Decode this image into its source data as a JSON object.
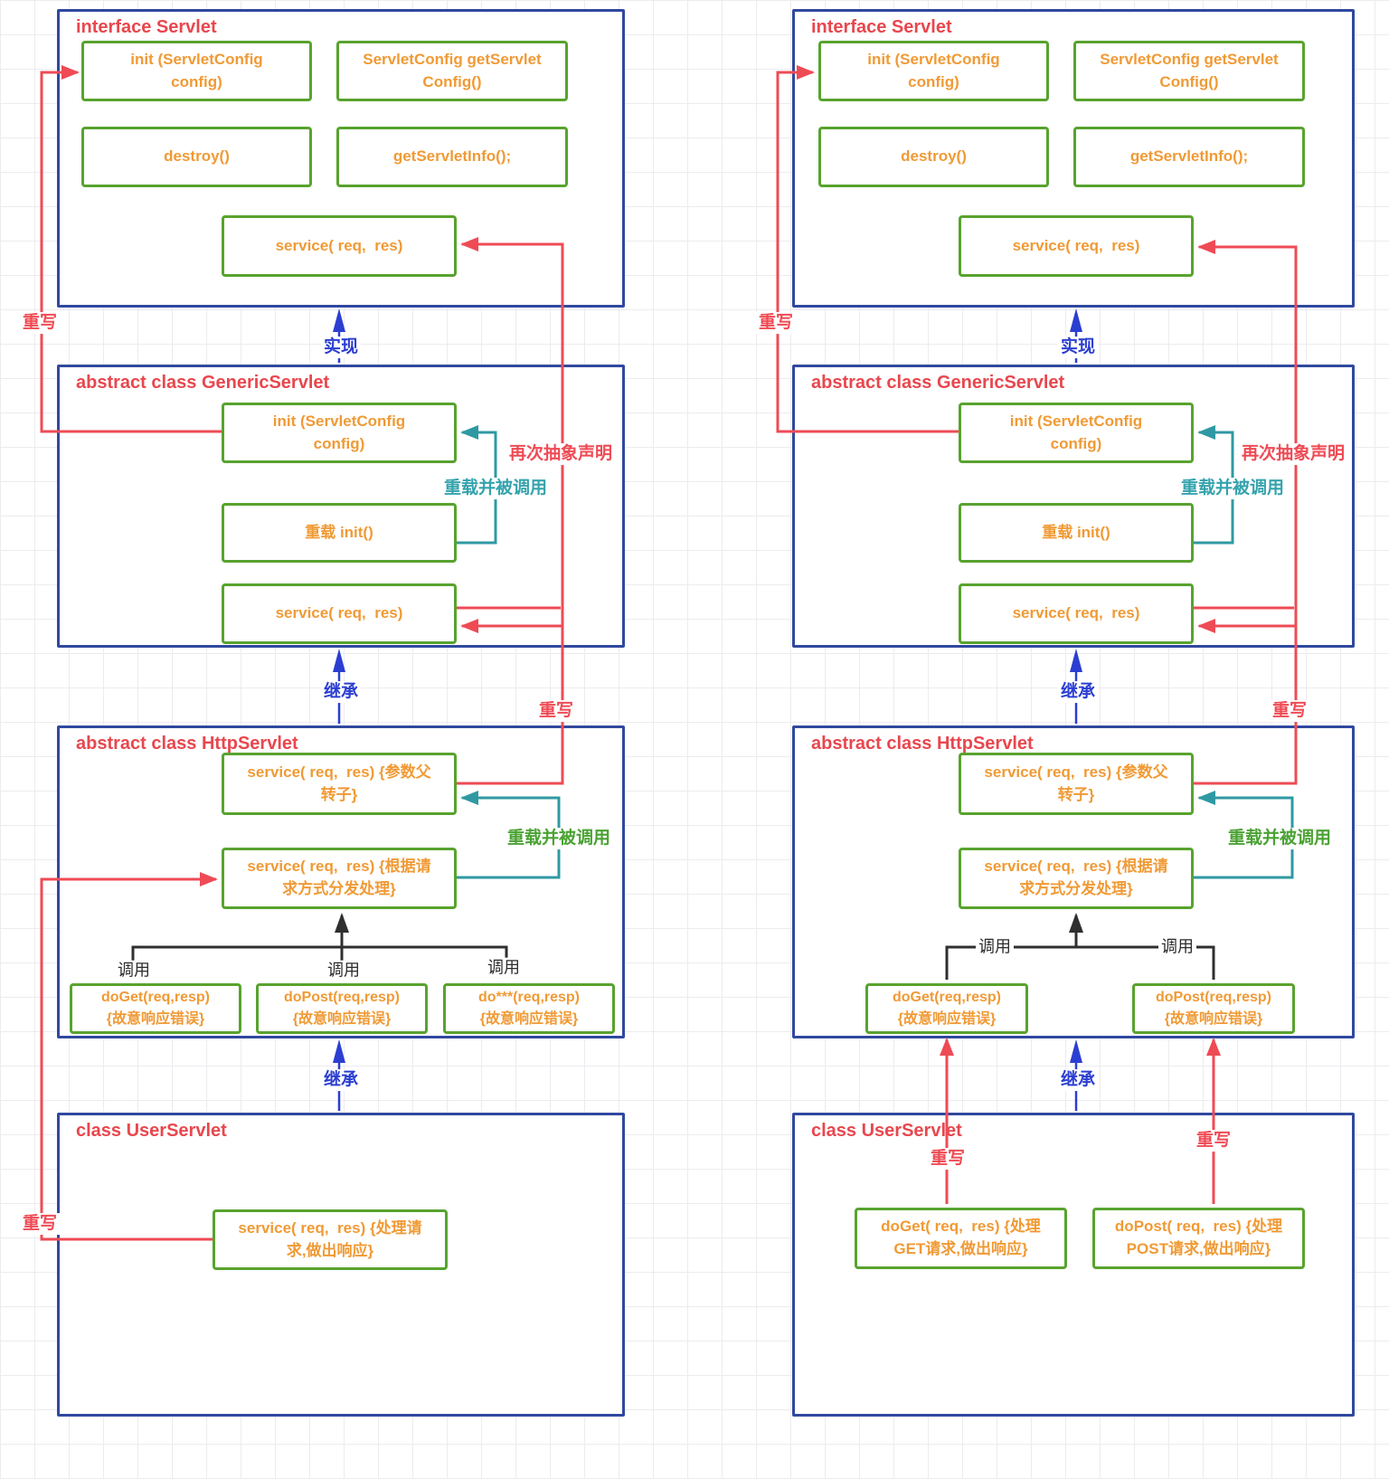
{
  "colors": {
    "outer_box_border": "#30489f",
    "method_box_border": "#58a32e",
    "method_text": "#f09a35",
    "class_title": "#e8474e",
    "arrow_red": "#ee4b55",
    "arrow_blue": "#2b3ed1",
    "arrow_teal": "#2f99a3",
    "arrow_black": "#2f2f2f",
    "label_teal": "#35a3ad",
    "label_green": "#4aa233"
  },
  "labels": {
    "implement": "实现",
    "extend": "继承",
    "override": "重写",
    "call": "调用",
    "overload_called": "重载并被调用",
    "redeclare_abstract": "再次抽象声明"
  },
  "left": {
    "interface_box": {
      "title": "interface Servlet",
      "init": "init (ServletConfig\nconfig)",
      "get_config": "ServletConfig getServlet\nConfig()",
      "destroy": "destroy()",
      "get_info": "getServletInfo();",
      "service": "service( req,  res)"
    },
    "generic_box": {
      "title": "abstract class GenericServlet",
      "init": "init (ServletConfig\nconfig)",
      "overload_init": "重载 init()",
      "service": "service( req,  res)"
    },
    "http_box": {
      "title": "abstract class HttpServlet",
      "service_parent": "service( req,  res) {参数父\n转子}",
      "service_dispatch": "service( req,  res) {根据请\n求方式分发处理}",
      "do_get": "doGet(req,resp)\n{故意响应错误}",
      "do_post": "doPost(req,resp)\n{故意响应错误}",
      "do_star": "do***(req,resp)\n{故意响应错误}"
    },
    "user_box": {
      "title": "class UserServlet",
      "service": "service( req,  res) {处理请\n求,做出响应}"
    }
  },
  "right": {
    "interface_box": {
      "title": "interface Servlet",
      "init": "init (ServletConfig\nconfig)",
      "get_config": "ServletConfig getServlet\nConfig()",
      "destroy": "destroy()",
      "get_info": "getServletInfo();",
      "service": "service( req,  res)"
    },
    "generic_box": {
      "title": "abstract class GenericServlet",
      "init": "init (ServletConfig\nconfig)",
      "overload_init": "重载 init()",
      "service": "service( req,  res)"
    },
    "http_box": {
      "title": "abstract class HttpServlet",
      "service_parent": "service( req,  res) {参数父\n转子}",
      "service_dispatch": "service( req,  res) {根据请\n求方式分发处理}",
      "do_get": "doGet(req,resp)\n{故意响应错误}",
      "do_post": "doPost(req,resp)\n{故意响应错误}"
    },
    "user_box": {
      "title": "class UserServlet",
      "do_get": "doGet( req,  res) {处理\nGET请求,做出响应}",
      "do_post": "doPost( req,  res) {处理\nPOST请求,做出响应}"
    }
  }
}
